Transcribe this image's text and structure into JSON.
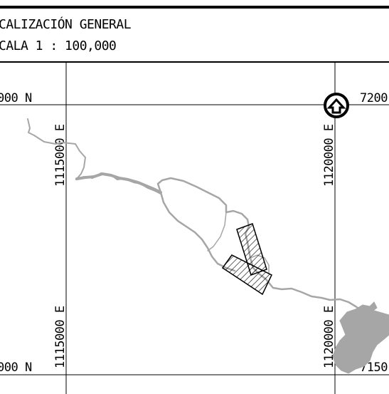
{
  "title": {
    "line1": "CALIZACIÓN  GENERAL",
    "line2": "CALA   1  :  100,000"
  },
  "grid_labels": {
    "north_top_left": "000  N",
    "north_bottom_left": "000  N",
    "north_top_right": "7200",
    "north_bottom_right": "7150",
    "east_left_top": "1115000  E",
    "east_left_bottom": "1115000  E",
    "east_right_top": "1120000  E",
    "east_right_bottom": "1120000  E"
  },
  "colors": {
    "line": "#000000",
    "river": "#a6a6a6",
    "hatch": "#000000",
    "background": "#ffffff"
  },
  "features": {
    "north_marker": "north-arrow-icon",
    "river_network": "river-system",
    "study_areas": [
      "hatched-polygon-north",
      "hatched-polygon-south"
    ]
  }
}
